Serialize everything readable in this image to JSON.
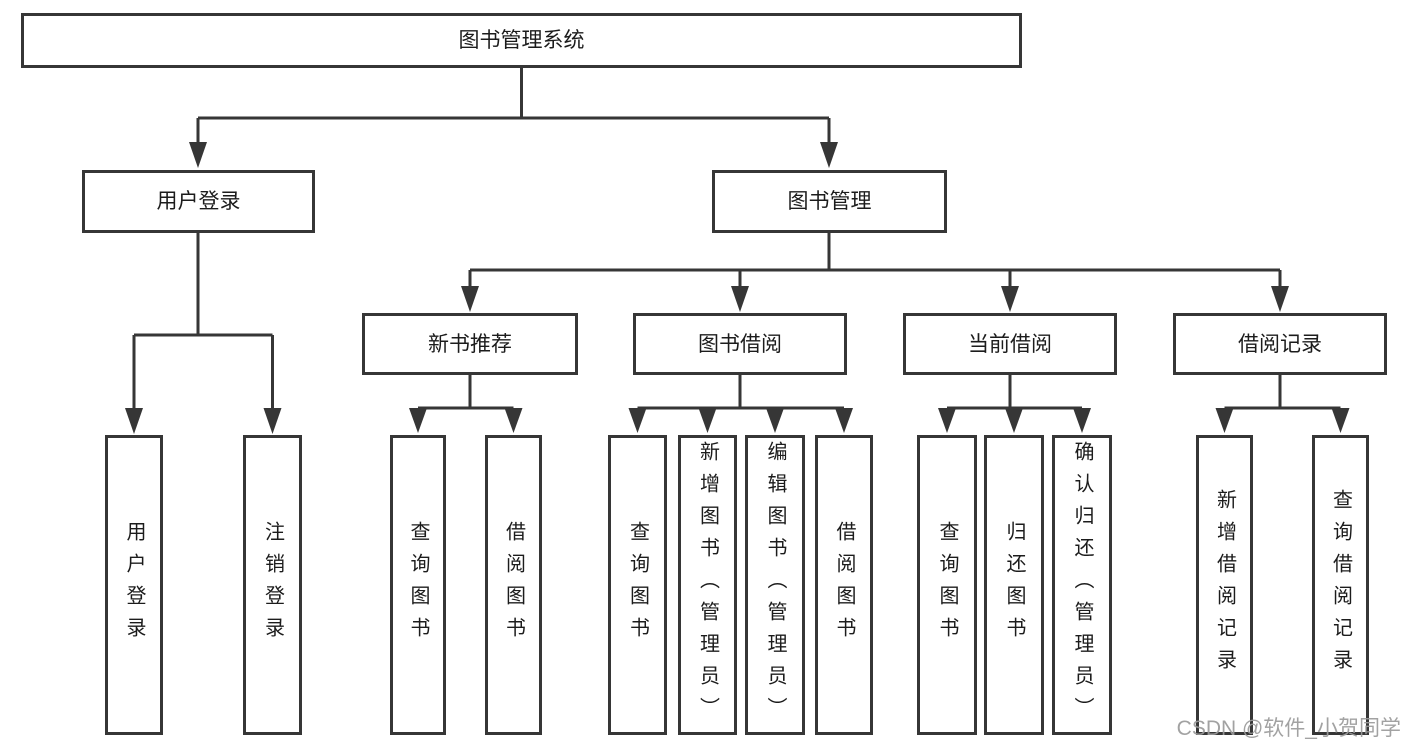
{
  "tree": {
    "label": "图书管理系统",
    "children": [
      {
        "label": "用户登录",
        "children": [
          {
            "label": "用户登录"
          },
          {
            "label": "注销登录"
          }
        ]
      },
      {
        "label": "图书管理",
        "children": [
          {
            "label": "新书推荐",
            "children": [
              {
                "label": "查询图书"
              },
              {
                "label": "借阅图书"
              }
            ]
          },
          {
            "label": "图书借阅",
            "children": [
              {
                "label": "查询图书"
              },
              {
                "label": "新增图书（管理员）"
              },
              {
                "label": "编辑图书（管理员）"
              },
              {
                "label": "借阅图书"
              }
            ]
          },
          {
            "label": "当前借阅",
            "children": [
              {
                "label": "查询图书"
              },
              {
                "label": "归还图书"
              },
              {
                "label": "确认归还（管理员）"
              }
            ]
          },
          {
            "label": "借阅记录",
            "children": [
              {
                "label": "新增借阅记录"
              },
              {
                "label": "查询借阅记录"
              }
            ]
          }
        ]
      }
    ]
  },
  "watermark": {
    "text": "CSDN @软件_小贺同学",
    "color": "#9b9b9b"
  },
  "colors": {
    "line": "#363636",
    "text": "#1c1c1c",
    "background": "#ffffff"
  }
}
